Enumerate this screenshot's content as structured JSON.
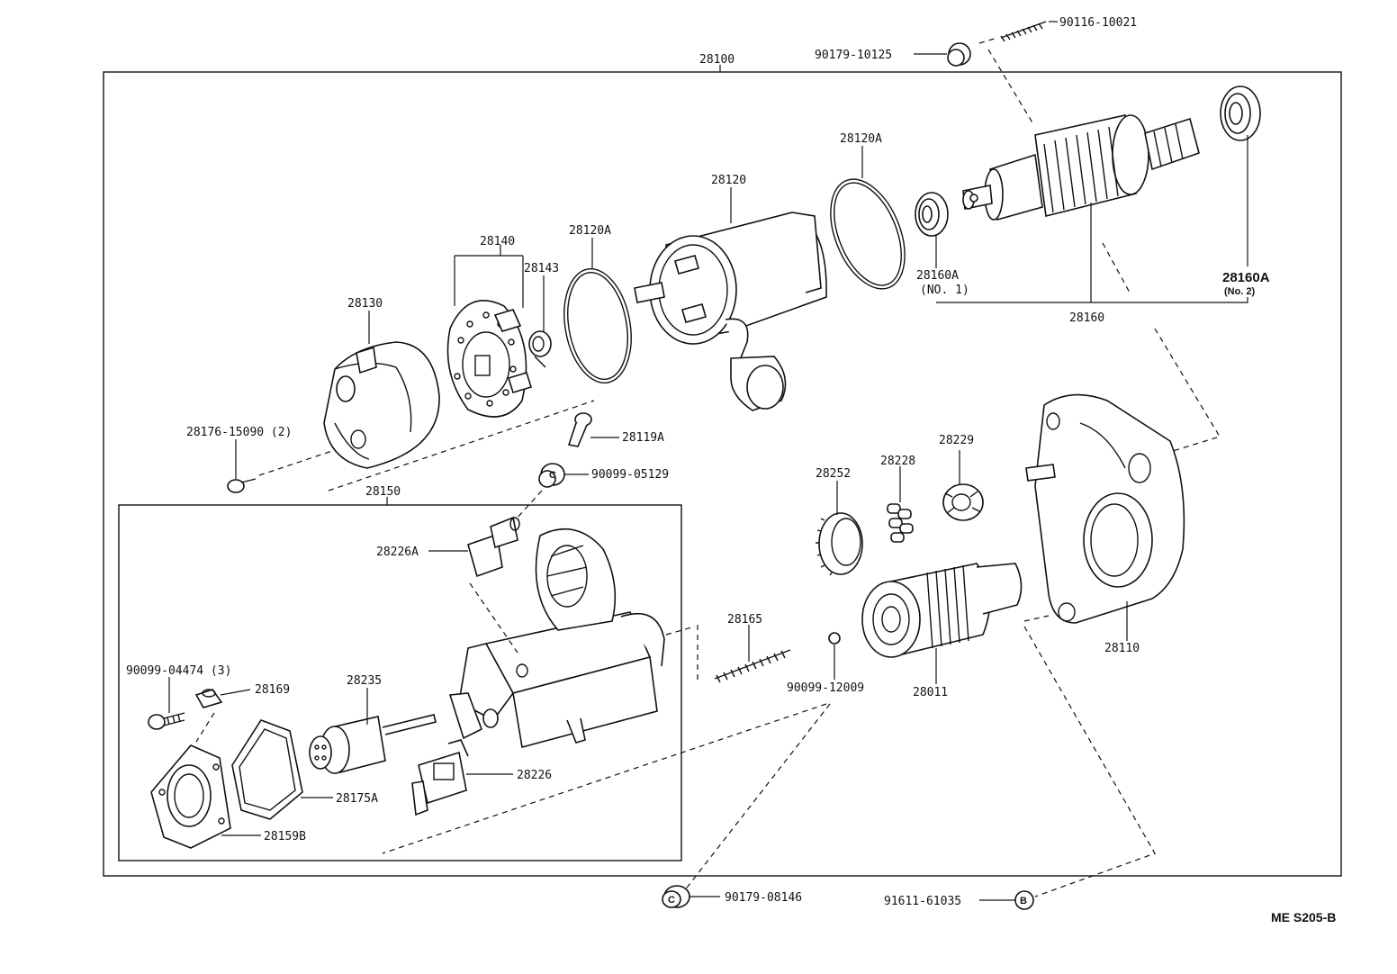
{
  "diagram": {
    "reference_code": "ME  S205-B",
    "labels": {
      "p28100": "28100",
      "p90179_10125": "90179-10125",
      "p90116_10021": "90116-10021",
      "p28120A_right": "28120A",
      "p28120": "28120",
      "p28120A_left": "28120A",
      "p28140": "28140",
      "p28143": "28143",
      "p28130": "28130",
      "p28160A_no1": "28160A",
      "p28160A_no1_sub": "(NO. 1)",
      "p28160A_no2": "28160A",
      "p28160A_no2_sub": "(No. 2)",
      "p28160": "28160",
      "p28176": "28176-15090 (2)",
      "p28119A": "28119A",
      "p90099_05129": "90099-05129",
      "p28150": "28150",
      "p28252": "28252",
      "p28228": "28228",
      "p28229": "28229",
      "p28226A": "28226A",
      "p28165": "28165",
      "p90099_12009": "90099-12009",
      "p28011": "28011",
      "p28110": "28110",
      "p90099_04474": "90099-04474 (3)",
      "p28169": "28169",
      "p28235": "28235",
      "p28226": "28226",
      "p28175A": "28175A",
      "p28159B": "28159B",
      "p90179_08146": "90179-08146",
      "p91611_61035": "91611-61035",
      "marker_c1": "C",
      "marker_c2": "C",
      "marker_b": "B"
    }
  }
}
